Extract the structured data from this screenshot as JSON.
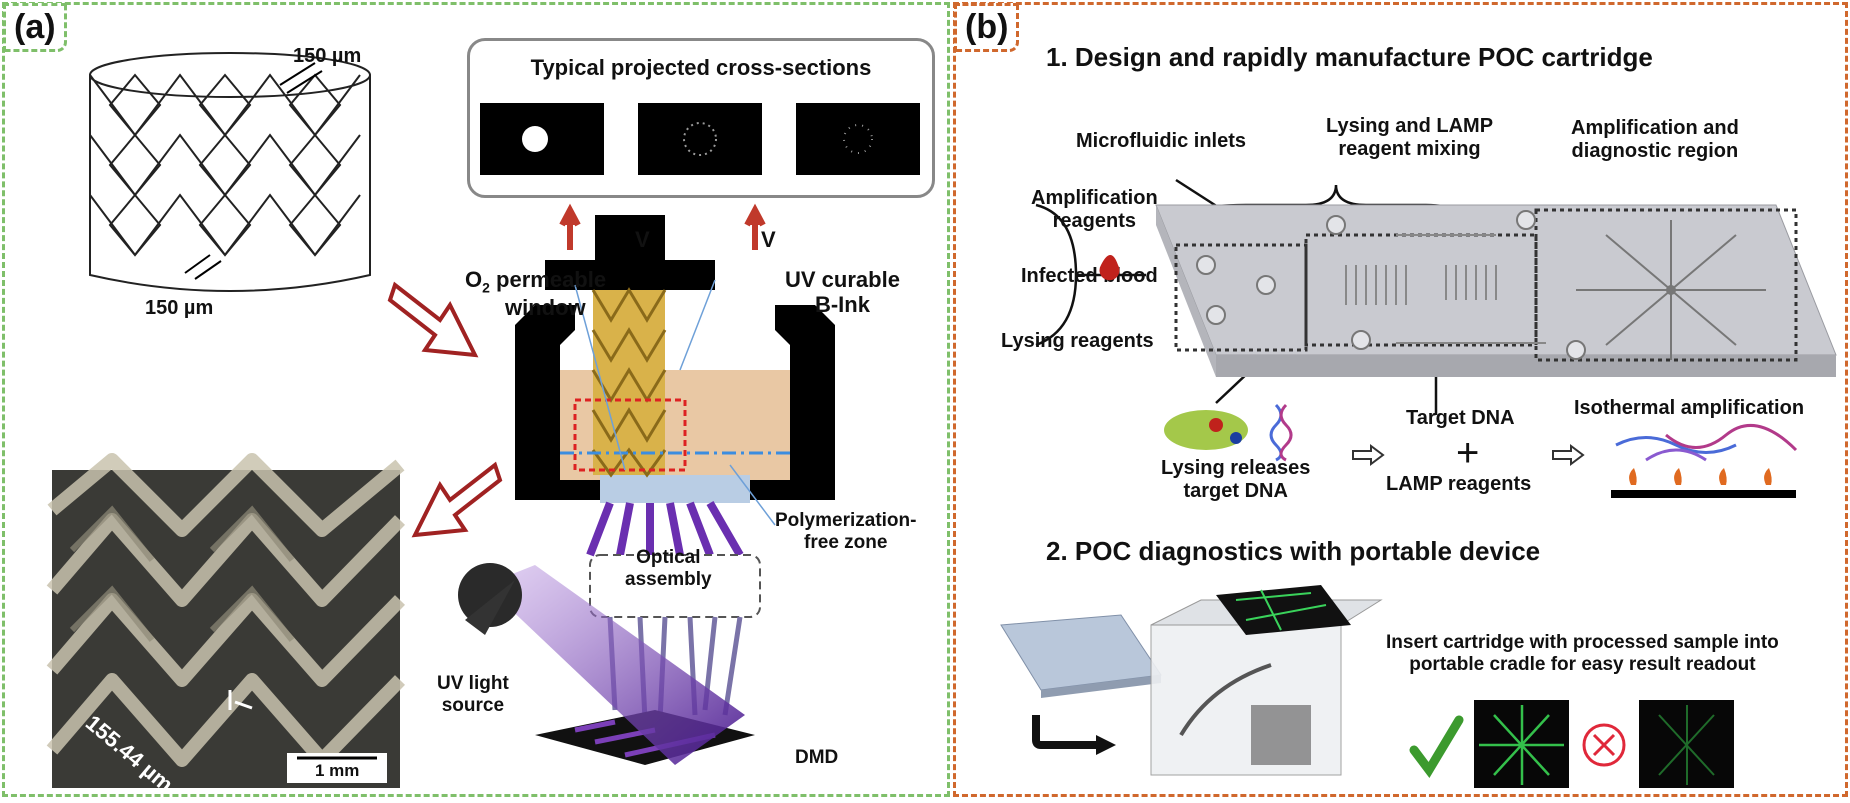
{
  "panel_a": {
    "tag": "(a)",
    "stent_dim_top": "150 µm",
    "stent_dim_bottom": "150 µm",
    "cross_sections_title": "Typical projected cross-sections",
    "velocity_left": "V",
    "velocity_right": "V",
    "o2_window_main": "O",
    "o2_window_sub": "2",
    "o2_window_rest": " permeable",
    "o2_window_line2": "window",
    "uv_ink_line1": "UV curable",
    "uv_ink_line2": "B-Ink",
    "polymerization_line1": "Polymerization-",
    "polymerization_line2": "free zone",
    "optics_line1": "Optical",
    "optics_line2": "assembly",
    "light_line1": "UV light",
    "light_line2": "source",
    "dmd": "DMD",
    "micrograph_measure": "155.44 µm",
    "scale_bar": "1 mm"
  },
  "panel_b": {
    "tag": "(b)",
    "step1_title": "1. Design and rapidly manufacture POC cartridge",
    "microfluidic_inlets": "Microfluidic inlets",
    "lysing_mixing_line1": "Lysing and LAMP",
    "lysing_mixing_line2": "reagent mixing",
    "amp_region_line1": "Amplification and",
    "amp_region_line2": "diagnostic region",
    "amp_reagents_line1": "Amplification",
    "amp_reagents_line2": "reagents",
    "infected_blood": "Infected blood",
    "lysing_reagents": "Lysing reagents",
    "target_dna": "Target DNA",
    "isothermal": "Isothermal amplification",
    "lysing_releases_line1": "Lysing releases",
    "lysing_releases_line2": "target DNA",
    "plus": "+",
    "lamp_reagents": "LAMP reagents",
    "step2_title": "2. POC diagnostics with portable device",
    "insert_line1": "Insert cartridge with processed sample into",
    "insert_line2": "portable cradle for easy result readout"
  },
  "colors": {
    "panel_a_border": "#7fbf6a",
    "panel_b_border": "#d0682d",
    "uv_purple": "#7b3fb8",
    "arrow_red": "#c0392b",
    "check_green": "#3c9a2e",
    "cross_red": "#e0283a"
  }
}
